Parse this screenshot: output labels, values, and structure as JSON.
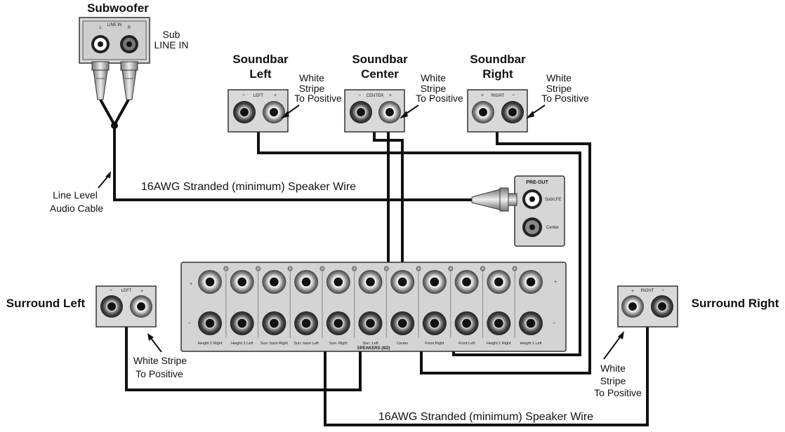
{
  "labels": {
    "subwoofer": "Subwoofer",
    "line_in_panel": "LINE IN",
    "sub_l": "L",
    "sub_r": "R",
    "sub_line_in_1": "Sub",
    "sub_line_in_2": "LINE IN",
    "soundbar_left_1": "Soundbar",
    "soundbar_left_2": "Left",
    "soundbar_center_1": "Soundbar",
    "soundbar_center_2": "Center",
    "soundbar_right_1": "Soundbar",
    "soundbar_right_2": "Right",
    "ws_line1": "White",
    "ws_line2": "Stripe",
    "ws_line3": "To Positive",
    "line_level_1": "Line Level",
    "line_level_2": "Audio Cable",
    "wire_top": "16AWG Stranded (minimum) Speaker Wire",
    "wire_bottom": "16AWG Stranded (minimum) Speaker Wire",
    "pre_out": "PRE-OUT",
    "sub_lfe": "Sub/LFE",
    "center_out": "Center",
    "surround_left": "Surround Left",
    "surround_right": "Surround Right",
    "white_stripe_one_line": "White Stripe",
    "to_positive": "To Positive",
    "white": "White",
    "stripe": "Stripe",
    "panel_left": "LEFT",
    "panel_center": "CENTER",
    "panel_right": "RIGHT",
    "minus": "−",
    "plus": "+",
    "speakers_label": "SPEAKERS (8Ω)"
  },
  "amp_channels": [
    "Height 2 Right",
    "Height 2 Left",
    "Surr. back Right",
    "Surr. back Left",
    "Surr. Right",
    "Surr. Left",
    "Center",
    "Front Right",
    "Front Left",
    "Height 1 Right",
    "Height 1 Left"
  ]
}
